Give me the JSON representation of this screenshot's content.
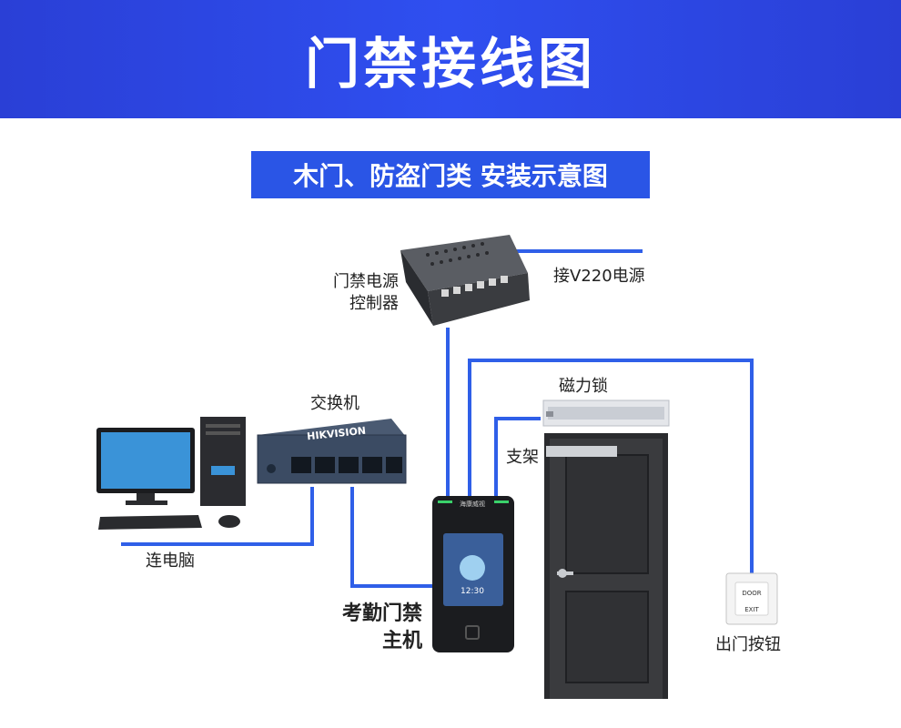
{
  "header": {
    "title": "门禁接线图"
  },
  "subtitle": "木门、防盗门类 安装示意图",
  "labels": {
    "power_controller_line1": "门禁电源",
    "power_controller_line2": "控制器",
    "power_input": "接V220电源",
    "switch": "交换机",
    "switch_brand": "HIKVISION",
    "maglock": "磁力锁",
    "bracket": "支架",
    "computer": "连电脑",
    "terminal_line1": "考勤门禁",
    "terminal_line2": "主机",
    "terminal_time": "12:30",
    "terminal_brand": "海康威视",
    "exit_button": "出门按钮",
    "exit_door": "DOOR",
    "exit_exit": "EXIT"
  },
  "colors": {
    "header_bg": "#2a3fd6",
    "subtitle_bg": "#2a55e6",
    "wire": "#2f5fe8"
  }
}
